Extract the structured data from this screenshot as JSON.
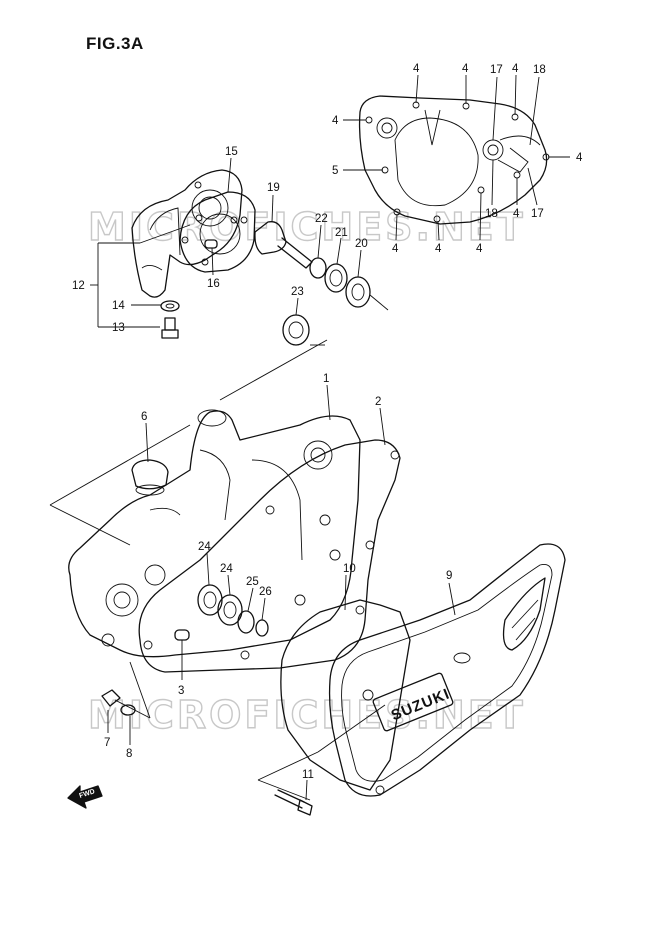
{
  "figure": {
    "title": "FIG.3A"
  },
  "watermarks": [
    "MICROFICHES.NET",
    "MICROFICHES.NET"
  ],
  "fwd_label": "FWD",
  "brand_text": "SUZUKI",
  "callouts": {
    "c1": "1",
    "c2": "2",
    "c3": "3",
    "c5": "5",
    "c6": "6",
    "c7": "7",
    "c8": "8",
    "c9": "9",
    "c10": "10",
    "c11": "11",
    "c12": "12",
    "c13": "13",
    "c14": "14",
    "c15": "15",
    "c16": "16",
    "c17a": "17",
    "c17b": "17",
    "c18a": "18",
    "c18b": "18",
    "c19": "19",
    "c20": "20",
    "c21": "21",
    "c22": "22",
    "c23": "23",
    "c24a": "24",
    "c24b": "24",
    "c25": "25",
    "c26": "26",
    "c4a": "4",
    "c4b": "4",
    "c4c": "4",
    "c4d": "4",
    "c4e": "4",
    "c4f": "4",
    "c4g": "4",
    "c4h": "4",
    "c4i": "4"
  }
}
